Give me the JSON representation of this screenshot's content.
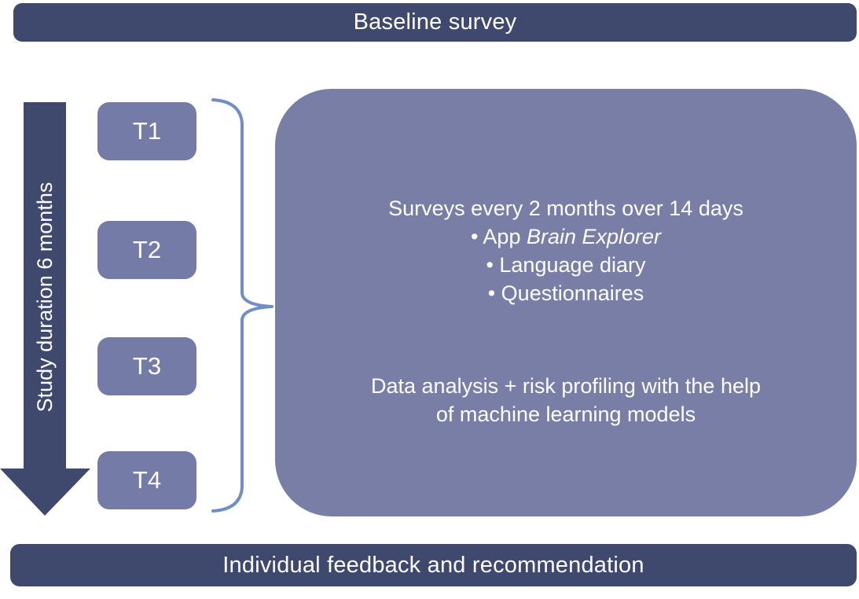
{
  "colors": {
    "banner_bar": "#3F496D",
    "arrow": "#3F496D",
    "timepoint_box": "#747BA6",
    "detail_box": "#787EA6",
    "brace": "#6F8DC6",
    "text": "#FFFFFF"
  },
  "top_bar": {
    "label": "Baseline survey"
  },
  "timeline_arrow": {
    "label": "Study duration 6 months"
  },
  "timepoints": [
    {
      "label": "T1"
    },
    {
      "label": "T2"
    },
    {
      "label": "T3"
    },
    {
      "label": "T4"
    }
  ],
  "detail_box": {
    "heading": "Surveys every 2 months over 14 days",
    "bullet_app_prefix": "• App ",
    "bullet_app_name": "Brain Explorer",
    "bullet_language": "• Language diary",
    "bullet_questionnaires": "• Questionnaires",
    "analysis_line1": "Data analysis + risk profiling with the help",
    "analysis_line2": "of machine learning models"
  },
  "bottom_bar": {
    "label": "Individual feedback and recommendation"
  }
}
